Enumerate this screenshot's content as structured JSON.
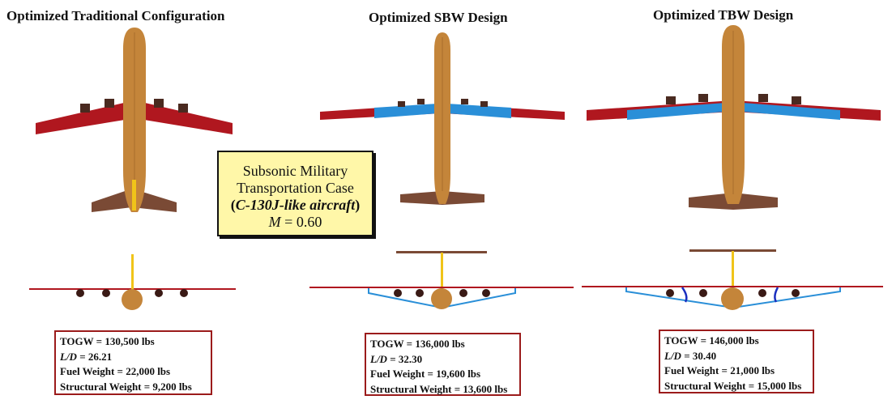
{
  "designs": [
    {
      "title": "Optimized Traditional Configuration",
      "togw": "TOGW = 130,500 lbs",
      "ld_label": "L/D",
      "ld_value": " = 26.21",
      "fuel": "Fuel Weight = 22,000 lbs",
      "structural": "Structural Weight = 9,200 lbs"
    },
    {
      "title": "Optimized SBW Design",
      "togw": "TOGW = 136,000 lbs",
      "ld_label": "L/D",
      "ld_value": " = 32.30",
      "fuel": "Fuel Weight = 19,600 lbs",
      "structural": "Structural Weight = 13,600 lbs"
    },
    {
      "title": "Optimized TBW Design",
      "togw": "TOGW = 146,000 lbs",
      "ld_label": "L/D",
      "ld_value": " = 30.40",
      "fuel": "Fuel Weight = 21,000 lbs",
      "structural": "Structural Weight = 15,000 lbs"
    }
  ],
  "case_box": {
    "line1": "Subsonic Military",
    "line2": "Transportation Case",
    "paren_open": "(",
    "emph": "C-130J-like aircraft",
    "paren_close": ")",
    "mach_symbol": "M",
    "mach_value": " = 0.60"
  },
  "colors": {
    "wing": "#b0171f",
    "fuselage": "#c4853a",
    "tail": "#7a4a35",
    "strut": "#2a8fd8",
    "engine": "#4a2a20",
    "vertical_tail": "#f0c419",
    "jury_strut": "#1a2fbf",
    "box_border": "#9b1b1b",
    "case_fill": "#fff7a8"
  }
}
